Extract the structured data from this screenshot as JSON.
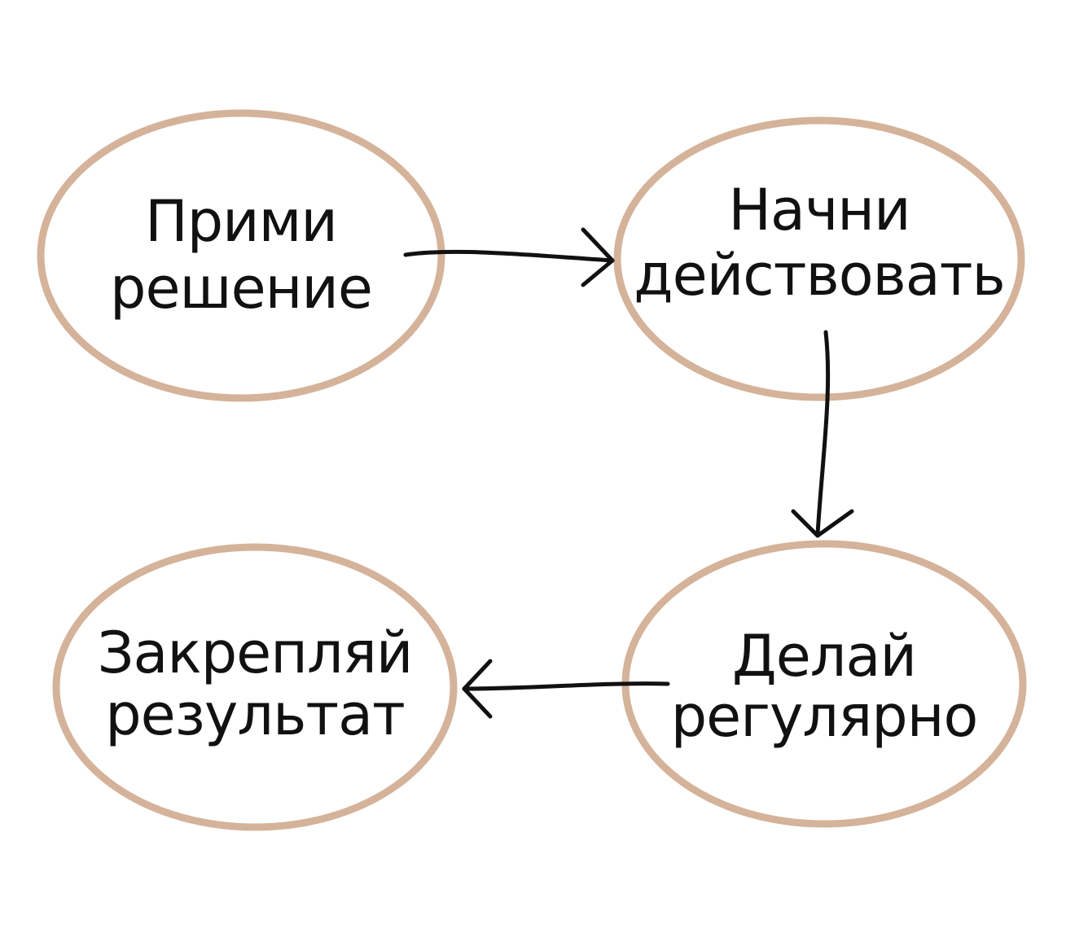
{
  "colors": {
    "ellipse_stroke": "#d4b39a",
    "text": "#111111",
    "arrow": "#111111",
    "background": "#ffffff"
  },
  "nodes": {
    "decide": {
      "line1": "Прими",
      "line2": "решение"
    },
    "act": {
      "line1": "Начни",
      "line2": "действовать"
    },
    "regular": {
      "line1": "Делай",
      "line2": "регулярно"
    },
    "reinforce": {
      "line1": "Закрепляй",
      "line2": "результат"
    }
  }
}
